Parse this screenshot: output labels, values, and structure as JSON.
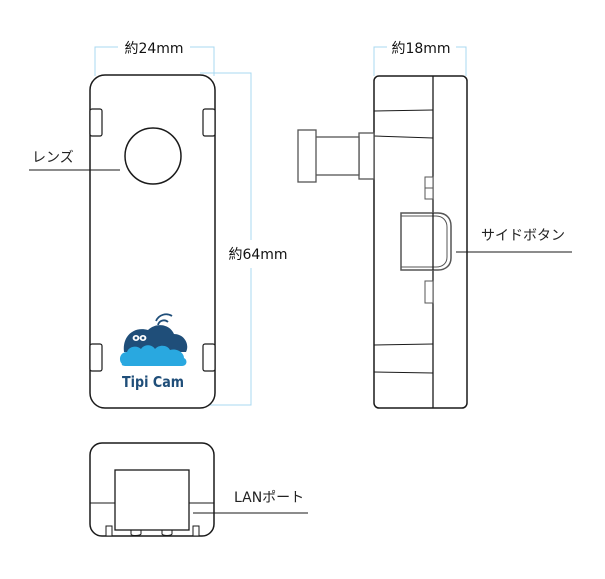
{
  "diagram": {
    "title": "Tipi Cam dimension diagram",
    "colors": {
      "outline": "#1a1a1a",
      "dimension_line": "#a8d8f0",
      "logo_dark": "#1f4e79",
      "logo_cloud": "#29a8e0"
    },
    "front_view": {
      "width_label": "約24mm",
      "height_label": "約64mm",
      "lens_label": "レンズ",
      "logo_text": "Tipi Cam"
    },
    "side_view": {
      "depth_label": "約18mm",
      "button_label": "サイドボタン"
    },
    "bottom_view": {
      "port_label": "LANポート"
    }
  }
}
